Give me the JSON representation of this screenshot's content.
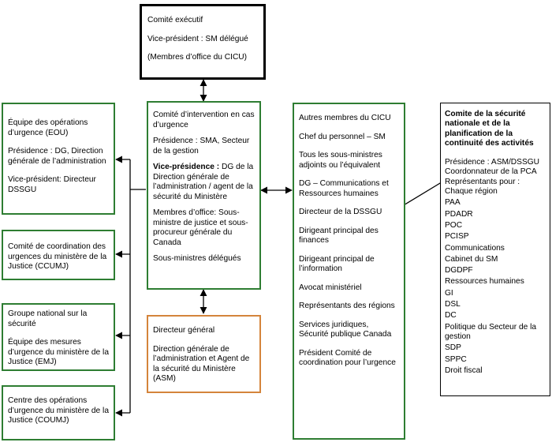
{
  "executive": {
    "line1": "Comité exécutif",
    "line2": "Vice-président : SM délégué",
    "line3": "(Membres d’office du CICU)"
  },
  "eou": {
    "title": "Équipe des opérations d’urgence (EOU)",
    "chair": "Présidence : DG, Direction générale de l’administration",
    "vice": "Vice-président: Directeur DSSGU"
  },
  "ccumj": {
    "text": "Comité de coordination des urgences du ministère de la Justice (CCUMJ)"
  },
  "gns": {
    "line1": "Groupe national sur la sécurité",
    "line2": "Équipe des mesures d’urgence du ministère de la Justice (EMJ)"
  },
  "coumj": {
    "text": "Centre des opérations d’urgence du ministère de la Justice (COUMJ)"
  },
  "cicu": {
    "title": "Comité d’intervention en cas d’urgence",
    "chair": "Présidence : SMA, Secteur de la gestion",
    "vice_label": "Vice-présidence :",
    "vice_text": " DG de la Direction générale de l’administration / agent de la sécurité du Ministère",
    "members": "Membres d’office: Sous-ministre de justice et sous-procureur générale du Canada",
    "deputies": "Sous-ministres délégués"
  },
  "dg": {
    "line1": "Directeur général",
    "line2": "Direction générale de l’administration et Agent de la sécurité du Ministère (ASM)"
  },
  "others": {
    "items": [
      "Autres membres du CICU",
      "Chef du personnel – SM",
      "Tous les sous-ministres adjoints ou l’équivalent",
      "DG – Communications et Ressources humaines",
      "Directeur de la DSSGU",
      "Dirigeant principal des finances",
      "Dirigeant principal de l’information",
      "Avocat ministériel",
      "Représentants des régions",
      "Services juridiques, Sécurité publique Canada",
      "Président Comité de coordination pour l’urgence"
    ]
  },
  "pca": {
    "title": "Comite de la sécurité nationale et de la planification de la continuité des activités",
    "chair": "Présidence : ASM/DSSGU",
    "coord": "Coordonnateur de la PCA",
    "reps_label": "Représentants pour :",
    "reps": [
      "Chaque région",
      "PAA",
      "PDADR",
      "POC",
      "PCISP",
      "Communications",
      "Cabinet du SM",
      "DGDPF",
      "Ressources humaines",
      "GI",
      "DSL",
      "DC",
      "Politique du Secteur de la gestion",
      "SDP",
      "SPPC",
      "Droit fiscal"
    ]
  }
}
